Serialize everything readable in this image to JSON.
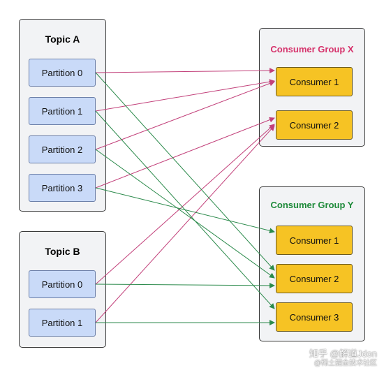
{
  "topics": [
    {
      "id": "topic-a",
      "title": "Topic A",
      "partitions": [
        "Partition 0",
        "Partition 1",
        "Partition 2",
        "Partition 3"
      ]
    },
    {
      "id": "topic-b",
      "title": "Topic B",
      "partitions": [
        "Partition 0",
        "Partition 1"
      ]
    }
  ],
  "groups": [
    {
      "id": "group-x",
      "title": "Consumer Group X",
      "title_color": "#d6336c",
      "consumers": [
        "Consumer 1",
        "Consumer 2"
      ]
    },
    {
      "id": "group-y",
      "title": "Consumer Group Y",
      "title_color": "#1e8a3a",
      "consumers": [
        "Consumer 1",
        "Consumer 2",
        "Consumer 3"
      ]
    }
  ],
  "colors": {
    "edge_x": "#c2407a",
    "edge_y": "#2b8a4b",
    "partition_fill": "#c9daf8",
    "consumer_fill": "#f6c324",
    "container_fill": "#f2f3f5"
  },
  "assignments": [
    {
      "from": "A.0",
      "to": "X.1",
      "group": "X"
    },
    {
      "from": "A.1",
      "to": "X.1",
      "group": "X"
    },
    {
      "from": "A.2",
      "to": "X.1",
      "group": "X"
    },
    {
      "from": "A.3",
      "to": "X.2",
      "group": "X"
    },
    {
      "from": "B.0",
      "to": "X.2",
      "group": "X"
    },
    {
      "from": "B.1",
      "to": "X.2",
      "group": "X"
    },
    {
      "from": "A.0",
      "to": "Y.2",
      "group": "Y"
    },
    {
      "from": "A.1",
      "to": "Y.3",
      "group": "Y"
    },
    {
      "from": "A.2",
      "to": "Y.2",
      "group": "Y"
    },
    {
      "from": "A.3",
      "to": "Y.1",
      "group": "Y"
    },
    {
      "from": "B.0",
      "to": "Y.2",
      "group": "Y"
    },
    {
      "from": "B.1",
      "to": "Y.3",
      "group": "Y"
    }
  ],
  "watermark": {
    "main": "知乎 @解道Jdon",
    "sub": "@稀土掘金技术社区"
  }
}
